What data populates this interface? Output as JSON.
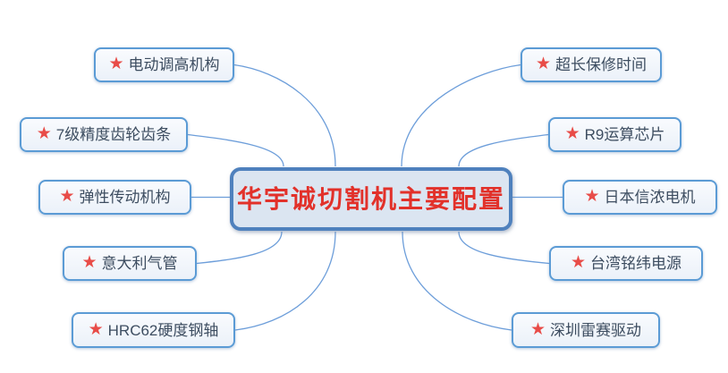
{
  "central": {
    "title": "华宇诚切割机主要配置"
  },
  "icons": {
    "star": "★"
  },
  "colors": {
    "connector": "#6d9eda",
    "central_border": "#4f81bd",
    "central_fill": "#dbe5f1",
    "central_text": "#e2312a",
    "branch_border": "#5b9bd5",
    "branch_fill": "#eff4fa",
    "branch_text": "#3d4d60",
    "star": "#e84c48"
  },
  "branches": {
    "left": [
      {
        "label": "电动调高机构"
      },
      {
        "label": "7级精度齿轮齿条"
      },
      {
        "label": "弹性传动机构"
      },
      {
        "label": "意大利气管"
      },
      {
        "label": "HRC62硬度钢轴"
      }
    ],
    "right": [
      {
        "label": "超长保修时间"
      },
      {
        "label": "R9运算芯片"
      },
      {
        "label": "日本信浓电机"
      },
      {
        "label": "台湾铭纬电源"
      },
      {
        "label": "深圳雷赛驱动"
      }
    ]
  }
}
